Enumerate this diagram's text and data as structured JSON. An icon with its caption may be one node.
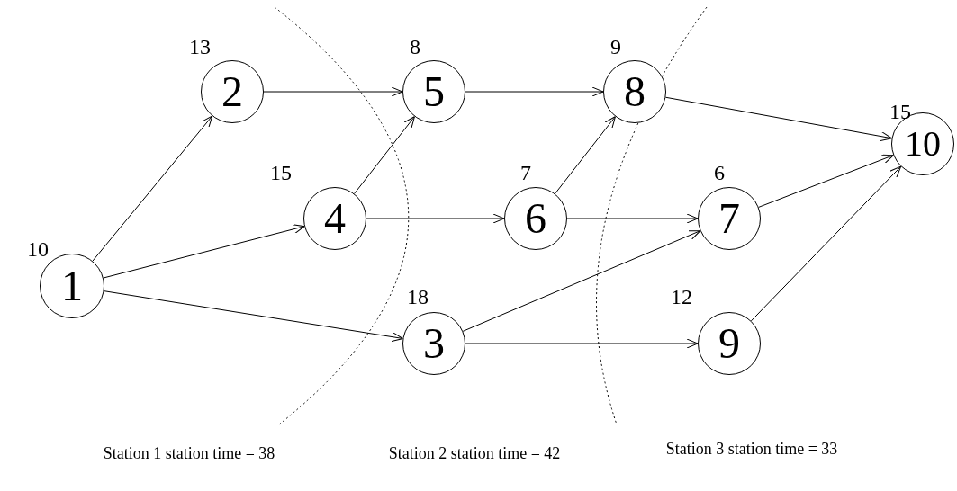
{
  "diagram": {
    "nodes": [
      {
        "text": [
          "1"
        ],
        "beside": [
          "10"
        ]
      },
      {
        "text": [
          "2"
        ],
        "beside": [
          "13"
        ]
      },
      {
        "text": [
          "3"
        ],
        "beside": [
          "18"
        ]
      },
      {
        "text": [
          "4"
        ],
        "beside": [
          "15"
        ]
      },
      {
        "text": [
          "5"
        ],
        "beside": [
          "8"
        ]
      },
      {
        "text": [
          "6"
        ],
        "beside": [
          "7"
        ]
      },
      {
        "text": [
          "7"
        ],
        "beside": [
          "6"
        ]
      },
      {
        "text": [
          "8"
        ],
        "beside": [
          "9"
        ]
      },
      {
        "text": [
          "9"
        ],
        "beside": [
          "12"
        ]
      },
      {
        "text": [
          "10"
        ],
        "beside": [
          "15"
        ]
      }
    ],
    "edges": [
      {
        "from": 0,
        "to": 1,
        "arrow": "to"
      },
      {
        "from": 0,
        "to": 3,
        "arrow": "to"
      },
      {
        "from": 0,
        "to": 2,
        "arrow": "to"
      },
      {
        "from": 1,
        "to": 4,
        "arrow": "to"
      },
      {
        "from": 3,
        "to": 4,
        "arrow": "to"
      },
      {
        "from": 3,
        "to": 5,
        "arrow": "to"
      },
      {
        "from": 4,
        "to": 7,
        "arrow": "to"
      },
      {
        "from": 5,
        "to": 7,
        "arrow": "to"
      },
      {
        "from": 5,
        "to": 6,
        "arrow": "to"
      },
      {
        "from": 2,
        "to": 6,
        "arrow": "to"
      },
      {
        "from": 2,
        "to": 8,
        "arrow": "to"
      },
      {
        "from": 7,
        "to": 9,
        "arrow": "to"
      },
      {
        "from": 6,
        "to": 9,
        "arrow": "to"
      },
      {
        "from": 8,
        "to": 9,
        "arrow": "to"
      }
    ],
    "labels": [
      "Station 1 station time = 38",
      "Station 2 station time = 42",
      "Station 3 station time = 33"
    ]
  }
}
